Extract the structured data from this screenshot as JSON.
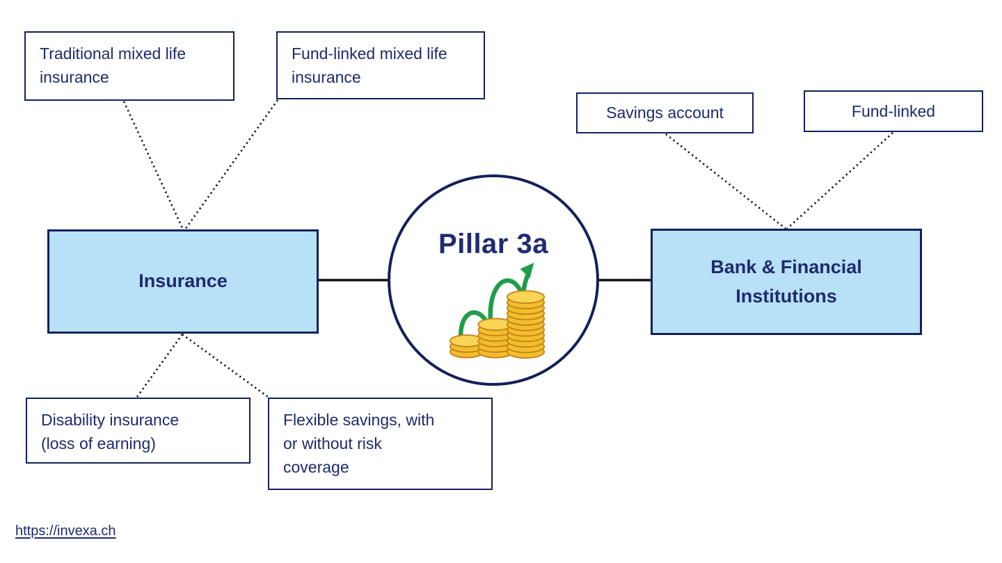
{
  "center": {
    "label": "Pillar 3a",
    "icon": "coin-stacks-growth-icon"
  },
  "branches": {
    "insurance": {
      "label": "Insurance"
    },
    "bank": {
      "label": "Bank & Financial\nInstitutions"
    }
  },
  "leaves": {
    "traditional": {
      "label": "Traditional mixed life\ninsurance"
    },
    "fund_linked_mixed": {
      "label": "Fund-linked mixed life\ninsurance"
    },
    "disability": {
      "label": "Disability insurance\n(loss of earning)"
    },
    "flexible": {
      "label": "Flexible savings, with\nor without risk\ncoverage"
    },
    "savings_account": {
      "label": "Savings account"
    },
    "fund_linked": {
      "label": "Fund-linked"
    }
  },
  "footer": {
    "link_text": "https://invexa.ch"
  },
  "theme": {
    "navy": "#14205a",
    "navy_text": "#1e2a6d",
    "lightblue": "#b8e0f6",
    "line_black": "#111111",
    "gold": "#f2be2b",
    "gold_dark": "#c2811a",
    "gold_light": "#f9d455",
    "green": "#1f9d49",
    "bg": "#ffffff"
  }
}
